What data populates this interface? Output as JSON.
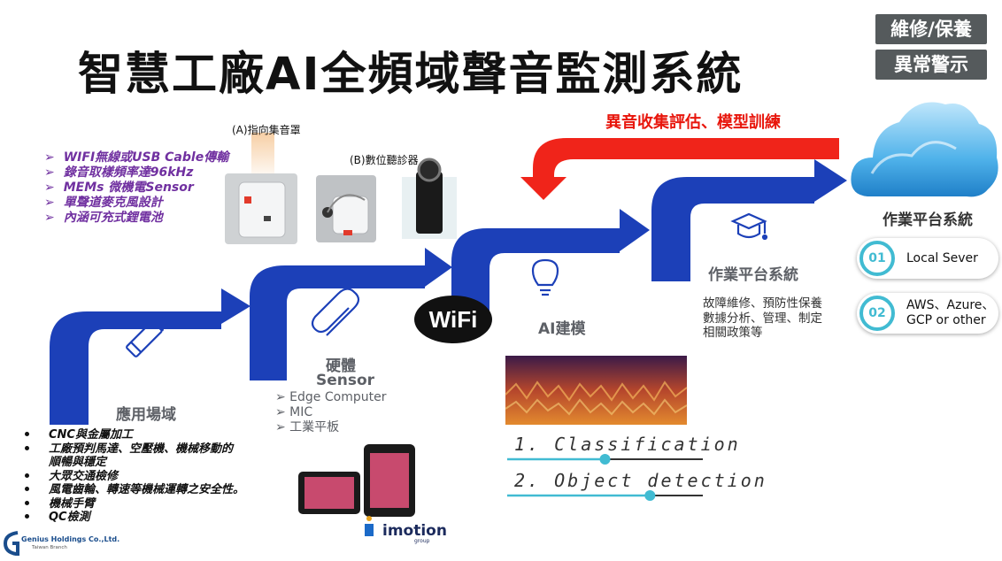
{
  "title": "智慧工廠AI全頻域聲音監測系統",
  "tags": {
    "maintenance": "維修/保養",
    "alarm": "異常警示"
  },
  "feedback_label": "異音收集評估、模型訓練",
  "specs": [
    "WIFI無線或USB Cable傳輸",
    "錄音取樣頻率達96kHz",
    "MEMs 微機電Sensor",
    "單聲道麥克風設計",
    "內涵可充式鋰電池"
  ],
  "spec_marker": "➢",
  "captions": {
    "a": "(A)指向集音罩",
    "b": "(B)數位聽診器"
  },
  "stages": {
    "application": "應用場域",
    "hardware_line1": "硬體",
    "hardware_line2": "Sensor",
    "ai": "AI建模",
    "platform": "作業平台系統"
  },
  "sensor_items": [
    "➢ Edge Computer",
    "➢ MIC",
    "➢ 工業平板"
  ],
  "applications": [
    {
      "text": "CNC與金屬加工",
      "bullet": true
    },
    {
      "text": "工廠預判馬達、空壓機、機械移動的",
      "bullet": true
    },
    {
      "text": "順暢與穩定",
      "bullet": false
    },
    {
      "text": "大眾交通檢修",
      "bullet": true
    },
    {
      "text": "風電齒輪、轉速等機械運轉之安全性。",
      "bullet": true
    },
    {
      "text": "機械手臂",
      "bullet": true
    },
    {
      "text": "QC檢測",
      "bullet": true
    }
  ],
  "ml": [
    {
      "text": "1. Classification",
      "progress": 0.5
    },
    {
      "text": "2. Object detection",
      "progress": 0.73
    }
  ],
  "platform_desc": [
    "故障維修、預防性保養",
    "數據分析、管理、制定",
    "相關政策等"
  ],
  "cloud_label": "作業平台系統",
  "cloud_options": [
    {
      "num": "01",
      "text": "Local Sever"
    },
    {
      "num": "02",
      "text": "AWS、Azure、GCP or other"
    }
  ],
  "wifi": "WiFi",
  "logos": {
    "company": "Genius Holdings Co.,Ltd.",
    "company_sub": "Taiwan Branch",
    "imotion": "imotion",
    "imotion_sub": "group"
  },
  "colors": {
    "arrow_blue": "#1c40b8",
    "feedback_red": "#f0241a",
    "spec_purple": "#7030a0",
    "accent_teal": "#41bbd2"
  },
  "icons": [
    "pencil-icon",
    "paperclip-icon",
    "lightbulb-icon",
    "graduation-cap-icon",
    "cloud-icon"
  ]
}
